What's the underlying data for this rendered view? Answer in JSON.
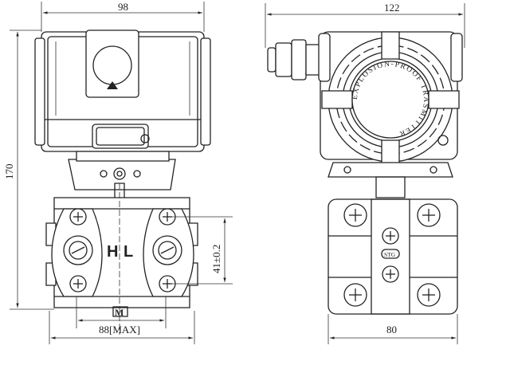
{
  "dimensions": {
    "front_width": "98",
    "side_width": "122",
    "height": "170",
    "port_spacing": "41±0.2",
    "flange_width": "88[MAX]",
    "mount_marker": "M",
    "side_flange_width": "80"
  },
  "labels": {
    "high": "H",
    "low": "L",
    "housing_text": "EXPLOSION-PROOF TRASMITTER",
    "flange_tag": "STG"
  }
}
